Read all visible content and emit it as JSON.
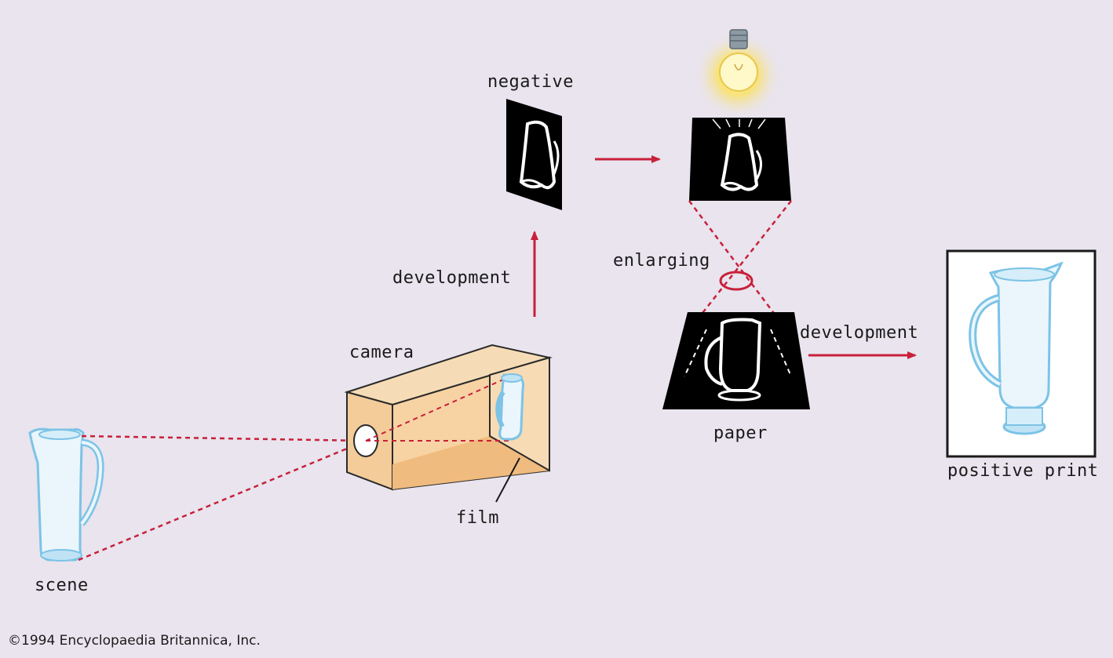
{
  "labels": {
    "negative": "negative",
    "development_up": "development",
    "enlarging": "enlarging",
    "development_right": "development",
    "camera": "camera",
    "film": "film",
    "paper": "paper",
    "positive_print": "positive print",
    "scene": "scene"
  },
  "copyright": "©1994 Encyclopaedia Britannica, Inc.",
  "colors": {
    "background": "#e9e4ee",
    "arrow": "#c8203a",
    "ray": "#c8203a",
    "pitcher_outline": "#7cc3e6",
    "pitcher_fill": "#eaf6fc",
    "camera_body": "#f3cc99",
    "negative_fill": "#000000",
    "bulb_glow": "#f6e58a"
  }
}
